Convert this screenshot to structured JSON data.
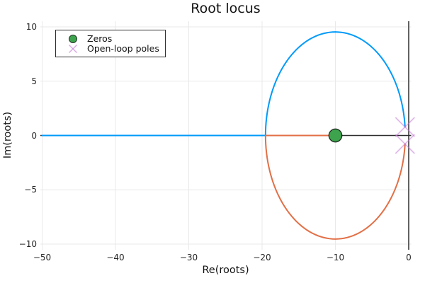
{
  "title": "Root locus",
  "colors": {
    "background": "#ffffff",
    "grid": "#e9e9e9",
    "axis_origin_lines": "#2e2e2e",
    "branch1": "#009af9",
    "branch2": "#e26f46",
    "zeros": "#3da44d",
    "poles": "#c271d2",
    "text": "#141414",
    "legend_border": "#2e2e2e"
  },
  "chart_data": {
    "type": "line",
    "title": "Root locus",
    "xlabel": "Re(roots)",
    "ylabel": "Im(roots)",
    "xlim": [
      -50.5,
      0.3
    ],
    "ylim": [
      -10.55,
      10.55
    ],
    "grid": true,
    "legend_position": "top-left",
    "x_ticks": [
      -50,
      -40,
      -30,
      -20,
      -10,
      0
    ],
    "x_tick_labels": [
      "−50",
      "−40",
      "−30",
      "−20",
      "−10",
      "0"
    ],
    "y_ticks": [
      10,
      5,
      0,
      -5,
      -10
    ],
    "y_tick_labels": [
      "10",
      "5",
      "0",
      "−5",
      "−10"
    ],
    "legend": [
      {
        "label": "Zeros",
        "marker": "filled-circle",
        "color": "#3da44d"
      },
      {
        "label": "Open-loop poles",
        "marker": "x-cross",
        "color": "#c271d2"
      }
    ],
    "zeros": [
      [
        -10,
        0
      ]
    ],
    "open_loop_poles": [
      [
        -0.5,
        0.78
      ],
      [
        -0.5,
        -0.78
      ]
    ],
    "locus": {
      "circle_center": [
        -10,
        0
      ],
      "circle_radius": 9.55,
      "breakin_re": -19.55,
      "branches": [
        {
          "name": "branch-1",
          "color": "#009af9",
          "half": "upper",
          "real_from": -50,
          "pole_index": 0,
          "description": "real axis from -50 to break-in, then upper arc to pole -0.5+0.78j"
        },
        {
          "name": "branch-2",
          "color": "#e26f46",
          "half": "lower",
          "real_from": -10,
          "pole_index": 1,
          "description": "real axis from zero -10 to break-in, then lower arc to pole -0.5-0.78j"
        }
      ]
    },
    "axis_lines": {
      "re_axis_at_im0": true,
      "im_axis_at_re0": true,
      "color": "#2e2e2e"
    }
  }
}
